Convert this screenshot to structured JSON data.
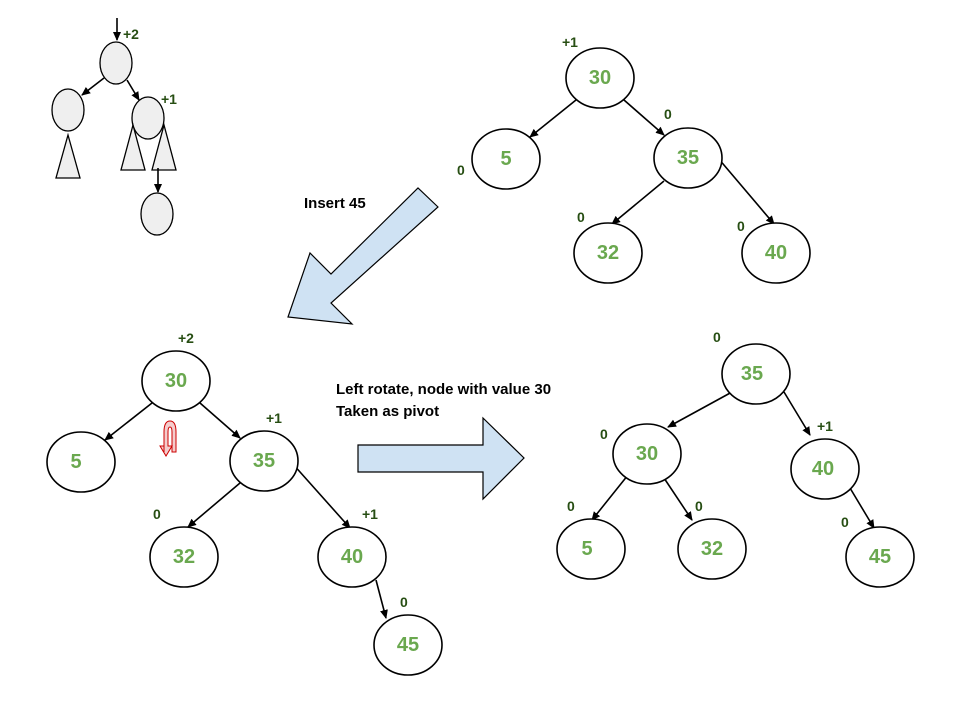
{
  "colors": {
    "node_value": "#6aa84f",
    "balance_label": "#274e13",
    "big_arrow_fill": "#cfe2f3",
    "schematic_node_fill": "#efefef",
    "rotation_icon": "#cc0000"
  },
  "schematic": {
    "root_balance": "+2",
    "right_balance": "+1"
  },
  "tree_initial": {
    "nodes": [
      {
        "value": "30",
        "balance": "+1"
      },
      {
        "value": "5",
        "balance": "0"
      },
      {
        "value": "35",
        "balance": "0"
      },
      {
        "value": "32",
        "balance": "0"
      },
      {
        "value": "40",
        "balance": "0"
      }
    ]
  },
  "insert_label": "Insert 45",
  "tree_unbalanced": {
    "nodes": [
      {
        "value": "30",
        "balance": "+2"
      },
      {
        "value": "5",
        "balance": ""
      },
      {
        "value": "35",
        "balance": "+1"
      },
      {
        "value": "32",
        "balance": "0"
      },
      {
        "value": "40",
        "balance": "+1"
      },
      {
        "value": "45",
        "balance": "0"
      }
    ]
  },
  "rotate_caption": {
    "line1": "Left rotate, node with value 30",
    "line2": "Taken as pivot"
  },
  "tree_balanced": {
    "nodes": [
      {
        "value": "35",
        "balance": "0"
      },
      {
        "value": "30",
        "balance": "0"
      },
      {
        "value": "40",
        "balance": "+1"
      },
      {
        "value": "5",
        "balance": "0"
      },
      {
        "value": "32",
        "balance": "0"
      },
      {
        "value": "45",
        "balance": "0"
      }
    ]
  }
}
